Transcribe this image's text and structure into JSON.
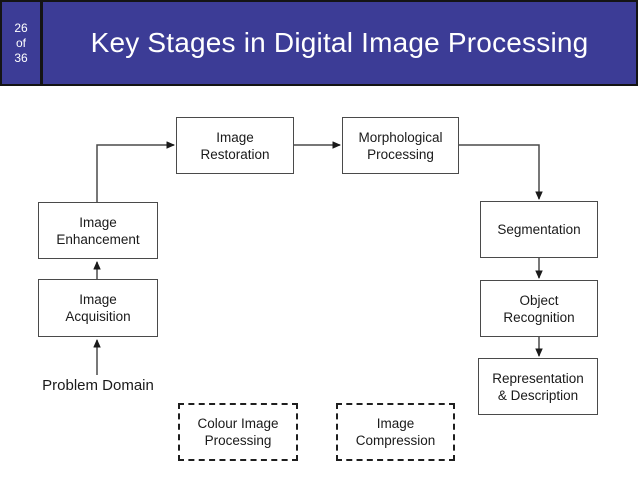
{
  "header": {
    "bg_color": "#3C3C96",
    "text_color": "#ffffff",
    "page_counter": {
      "current": "26",
      "separator": "of",
      "total": "36"
    },
    "title": "Key Stages in Digital Image Processing"
  },
  "flowchart": {
    "line_color": "#4a4a4a",
    "boxes": {
      "image_restoration": {
        "line1": "Image",
        "line2": "Restoration"
      },
      "morphological_processing": {
        "line1": "Morphological",
        "line2": "Processing"
      },
      "image_enhancement": {
        "line1": "Image",
        "line2": "Enhancement"
      },
      "image_acquisition": {
        "line1": "Image",
        "line2": "Acquisition"
      },
      "segmentation": {
        "line1": "Segmentation"
      },
      "object_recognition": {
        "line1": "Object",
        "line2": "Recognition"
      },
      "representation_description": {
        "line1": "Representation",
        "line2": "& Description"
      },
      "colour_image_processing": {
        "line1": "Colour Image",
        "line2": "Processing"
      },
      "image_compression": {
        "line1": "Image",
        "line2": "Compression"
      }
    },
    "labels": {
      "problem_domain": "Problem Domain"
    }
  }
}
